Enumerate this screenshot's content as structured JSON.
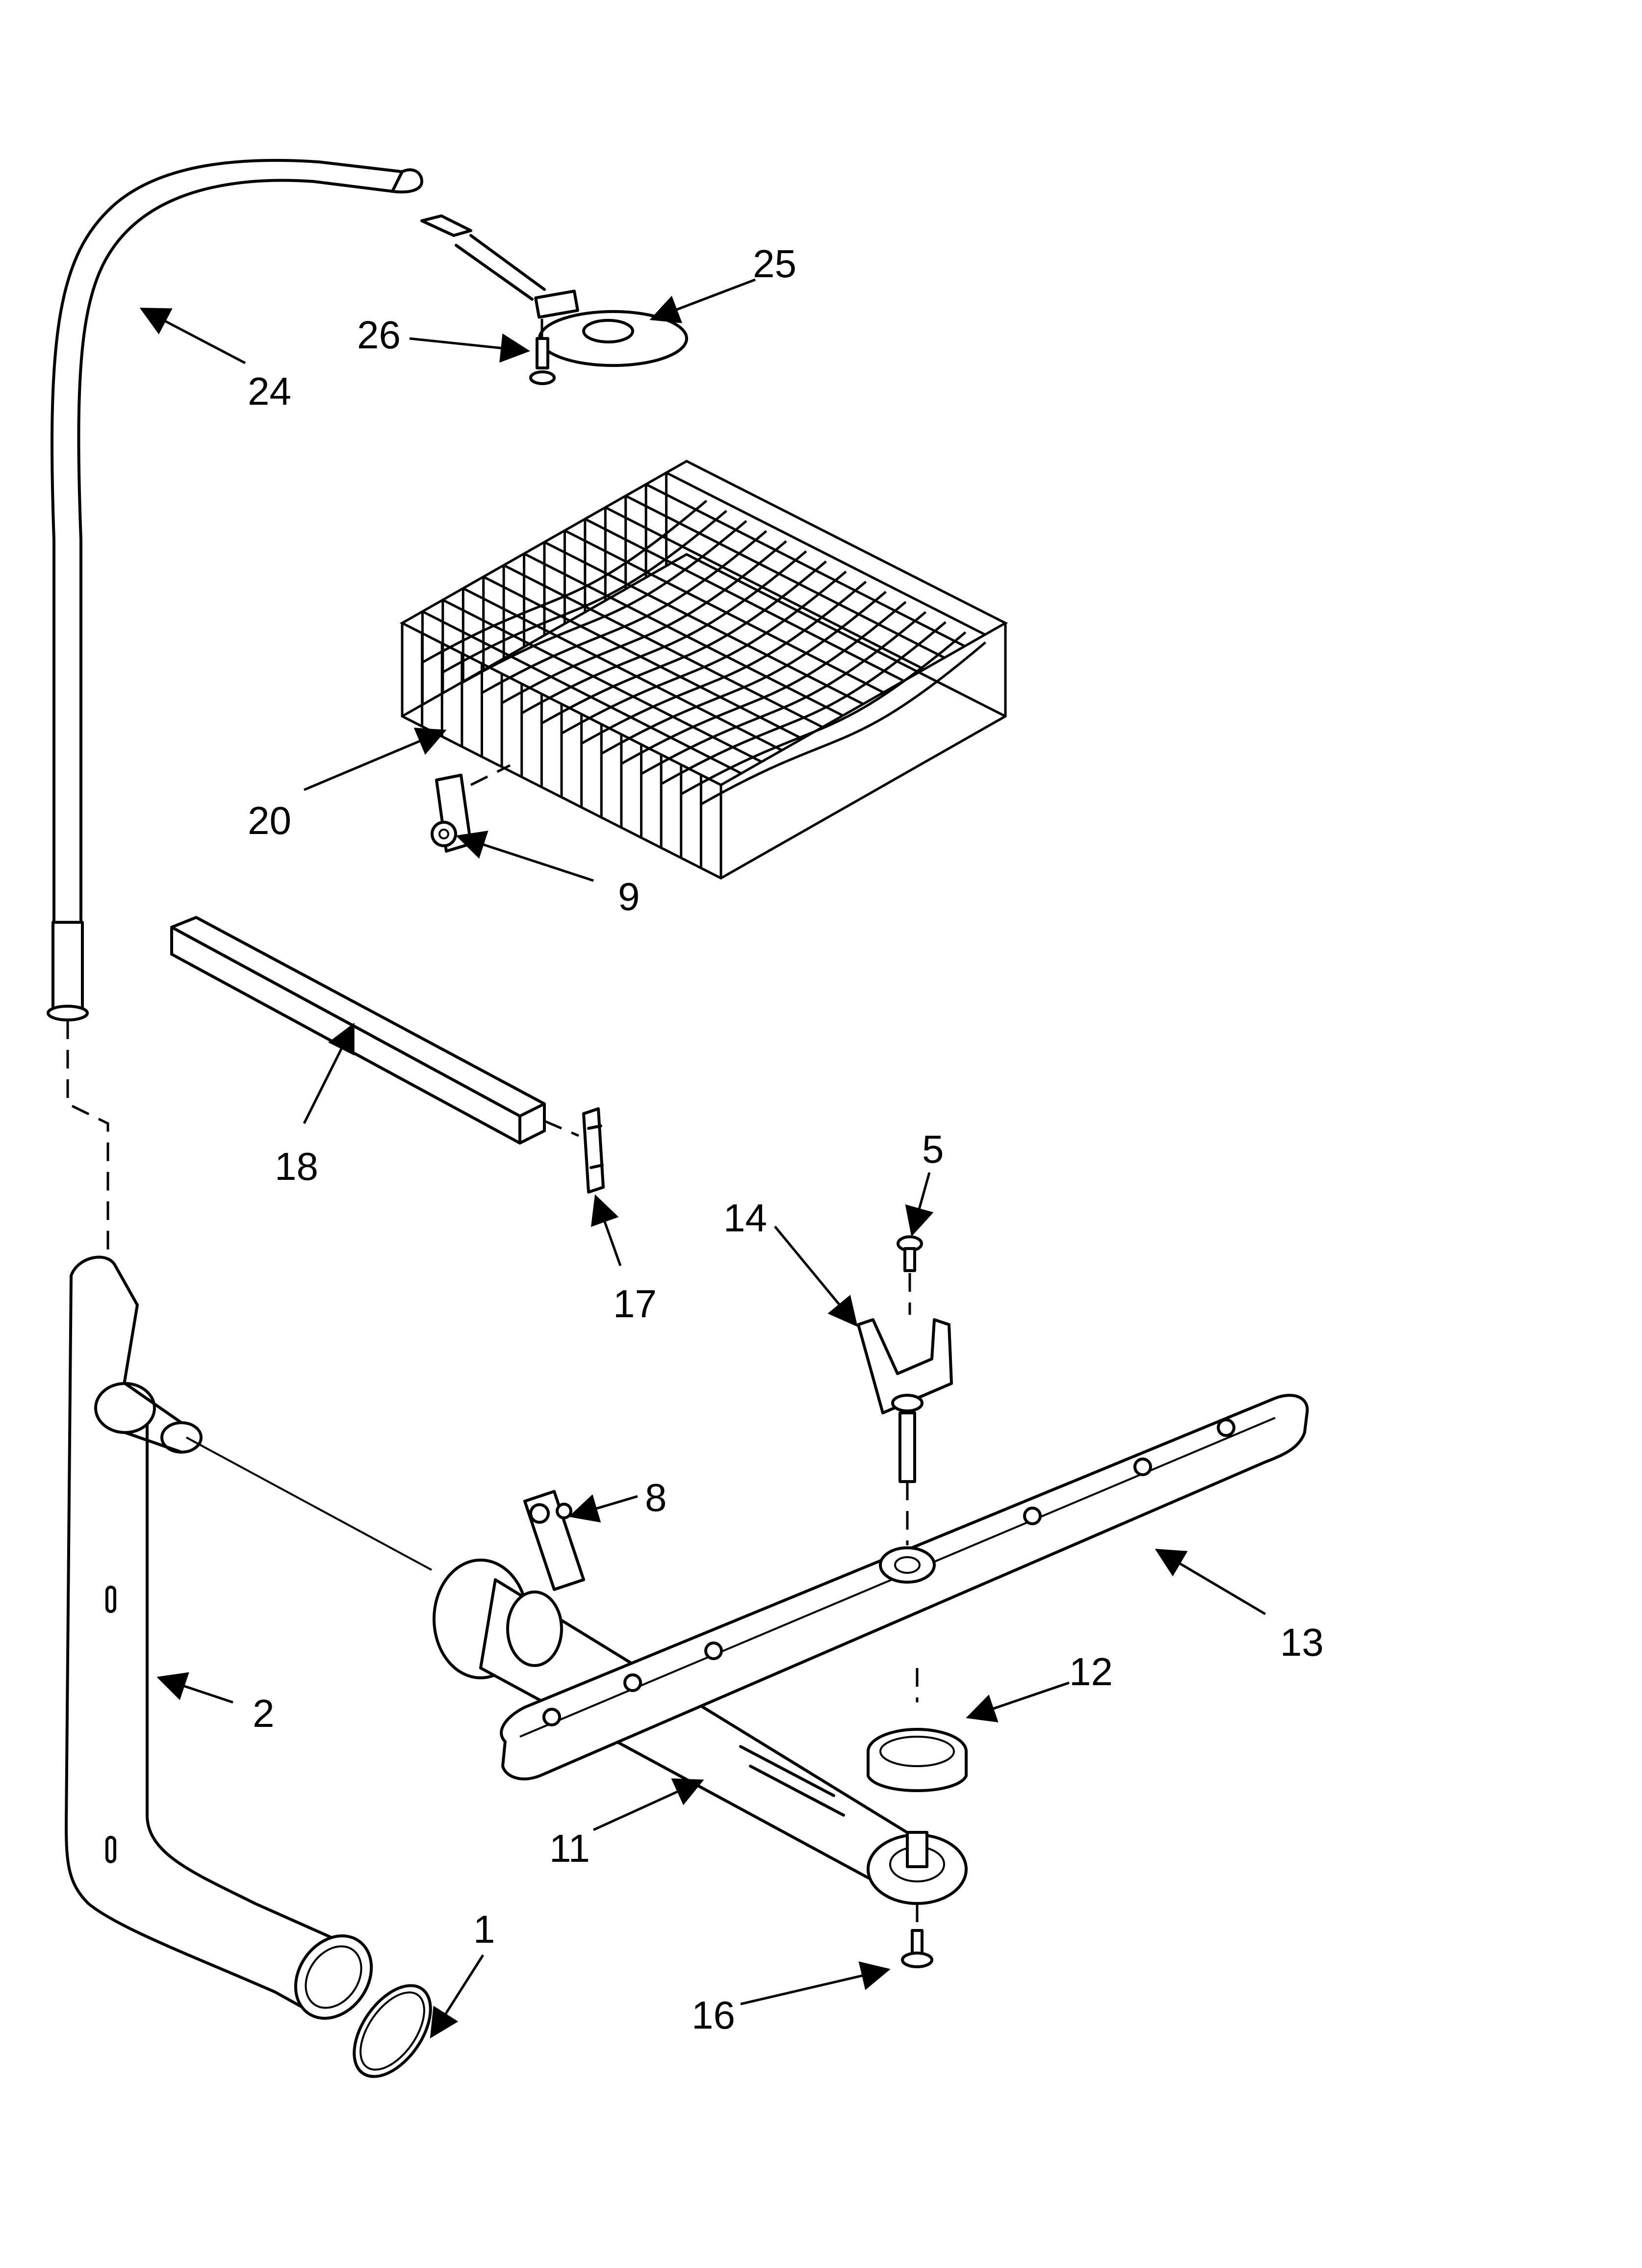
{
  "callouts": [
    {
      "id": "1",
      "label": "1"
    },
    {
      "id": "2",
      "label": "2"
    },
    {
      "id": "5",
      "label": "5"
    },
    {
      "id": "8",
      "label": "8"
    },
    {
      "id": "9",
      "label": "9"
    },
    {
      "id": "11",
      "label": "11"
    },
    {
      "id": "12",
      "label": "12"
    },
    {
      "id": "13",
      "label": "13"
    },
    {
      "id": "14",
      "label": "14"
    },
    {
      "id": "16",
      "label": "16"
    },
    {
      "id": "17",
      "label": "17"
    },
    {
      "id": "18",
      "label": "18"
    },
    {
      "id": "20",
      "label": "20"
    },
    {
      "id": "24",
      "label": "24"
    },
    {
      "id": "25",
      "label": "25"
    },
    {
      "id": "26",
      "label": "26"
    }
  ]
}
